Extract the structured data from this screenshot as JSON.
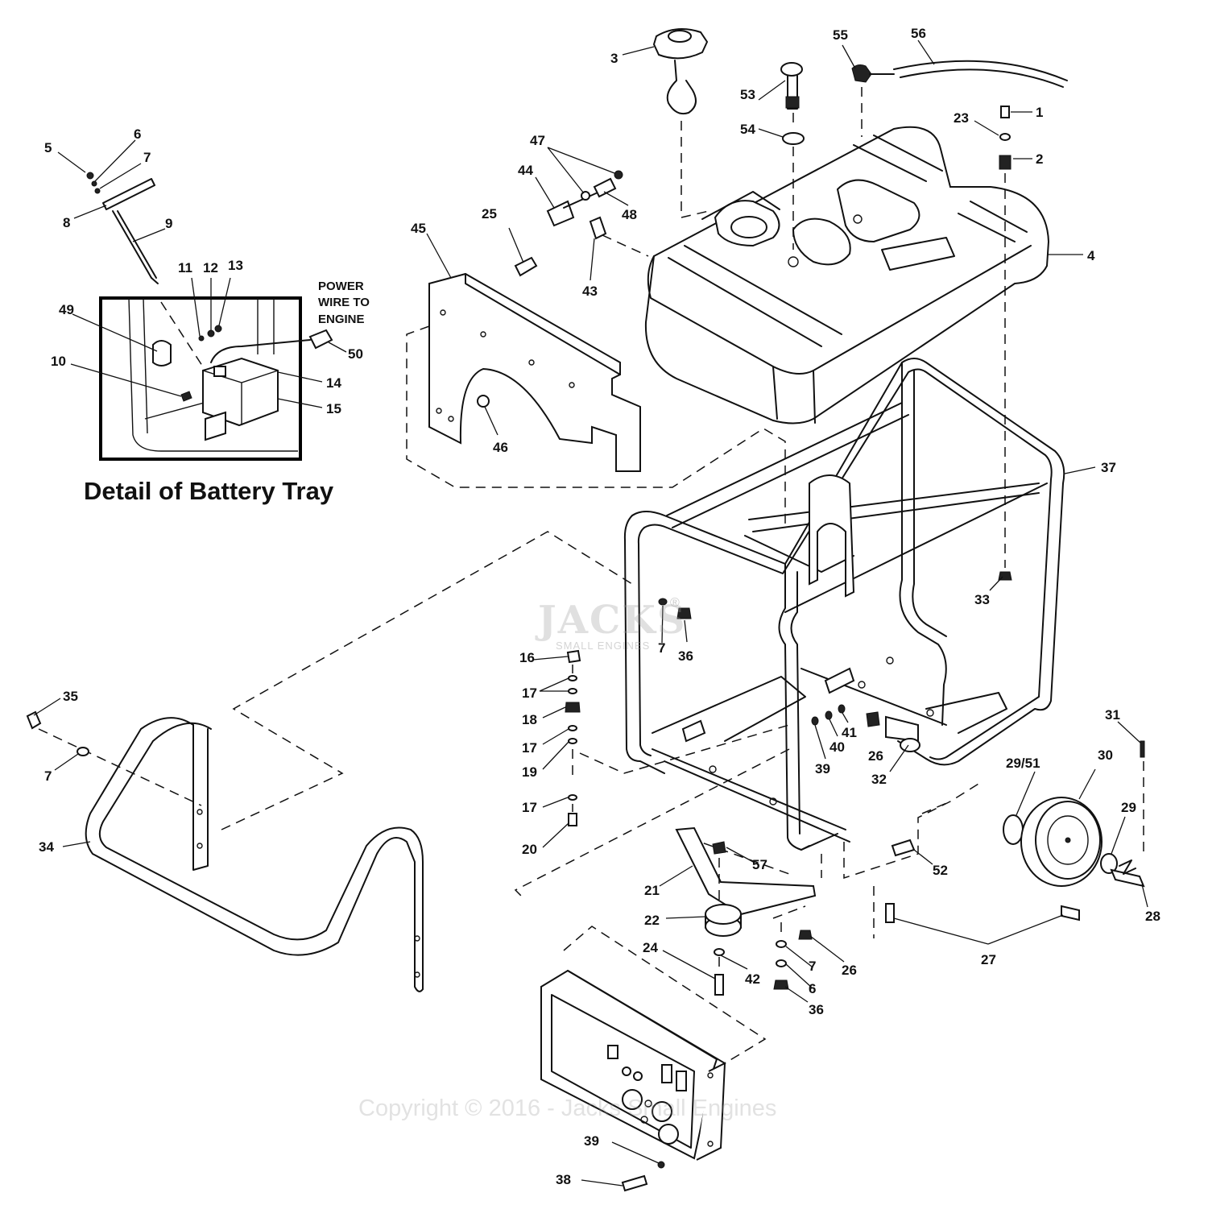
{
  "diagram": {
    "callouts": [
      {
        "id": "c1",
        "text": "1"
      },
      {
        "id": "c2",
        "text": "2"
      },
      {
        "id": "c3",
        "text": "3"
      },
      {
        "id": "c4",
        "text": "4"
      },
      {
        "id": "c5",
        "text": "5"
      },
      {
        "id": "c6a",
        "text": "6"
      },
      {
        "id": "c7a",
        "text": "7"
      },
      {
        "id": "c8",
        "text": "8"
      },
      {
        "id": "c9",
        "text": "9"
      },
      {
        "id": "c10",
        "text": "10"
      },
      {
        "id": "c11",
        "text": "11"
      },
      {
        "id": "c12",
        "text": "12"
      },
      {
        "id": "c13",
        "text": "13"
      },
      {
        "id": "c14",
        "text": "14"
      },
      {
        "id": "c15",
        "text": "15"
      },
      {
        "id": "c16",
        "text": "16"
      },
      {
        "id": "c17a",
        "text": "17"
      },
      {
        "id": "c17b",
        "text": "17"
      },
      {
        "id": "c17c",
        "text": "17"
      },
      {
        "id": "c18",
        "text": "18"
      },
      {
        "id": "c19",
        "text": "19"
      },
      {
        "id": "c20",
        "text": "20"
      },
      {
        "id": "c21",
        "text": "21"
      },
      {
        "id": "c22",
        "text": "22"
      },
      {
        "id": "c23",
        "text": "23"
      },
      {
        "id": "c24",
        "text": "24"
      },
      {
        "id": "c25",
        "text": "25"
      },
      {
        "id": "c26a",
        "text": "26"
      },
      {
        "id": "c26b",
        "text": "26"
      },
      {
        "id": "c27",
        "text": "27"
      },
      {
        "id": "c28",
        "text": "28"
      },
      {
        "id": "c29",
        "text": "29"
      },
      {
        "id": "c2951",
        "text": "29/51"
      },
      {
        "id": "c30",
        "text": "30"
      },
      {
        "id": "c31",
        "text": "31"
      },
      {
        "id": "c32",
        "text": "32"
      },
      {
        "id": "c33",
        "text": "33"
      },
      {
        "id": "c34",
        "text": "34"
      },
      {
        "id": "c35",
        "text": "35"
      },
      {
        "id": "c36a",
        "text": "36"
      },
      {
        "id": "c36b",
        "text": "36"
      },
      {
        "id": "c37",
        "text": "37"
      },
      {
        "id": "c38",
        "text": "38"
      },
      {
        "id": "c39a",
        "text": "39"
      },
      {
        "id": "c39b",
        "text": "39"
      },
      {
        "id": "c40",
        "text": "40"
      },
      {
        "id": "c41",
        "text": "41"
      },
      {
        "id": "c42",
        "text": "42"
      },
      {
        "id": "c43",
        "text": "43"
      },
      {
        "id": "c44",
        "text": "44"
      },
      {
        "id": "c45",
        "text": "45"
      },
      {
        "id": "c46",
        "text": "46"
      },
      {
        "id": "c47",
        "text": "47"
      },
      {
        "id": "c48",
        "text": "48"
      },
      {
        "id": "c49",
        "text": "49"
      },
      {
        "id": "c50",
        "text": "50"
      },
      {
        "id": "c52",
        "text": "52"
      },
      {
        "id": "c53",
        "text": "53"
      },
      {
        "id": "c54",
        "text": "54"
      },
      {
        "id": "c55",
        "text": "55"
      },
      {
        "id": "c56",
        "text": "56"
      },
      {
        "id": "c57",
        "text": "57"
      },
      {
        "id": "c7b",
        "text": "7"
      },
      {
        "id": "c7c",
        "text": "7"
      },
      {
        "id": "c7d",
        "text": "7"
      },
      {
        "id": "c6b",
        "text": "6"
      }
    ],
    "power_note": [
      "POWER",
      "WIRE TO",
      "ENGINE"
    ],
    "detail_caption": "Detail of Battery Tray",
    "watermark": {
      "main": "JACKS",
      "sub": "SMALL ENGINES",
      "reg": "®"
    },
    "copyright": "Copyright © 2016 - Jacks Small Engines"
  }
}
